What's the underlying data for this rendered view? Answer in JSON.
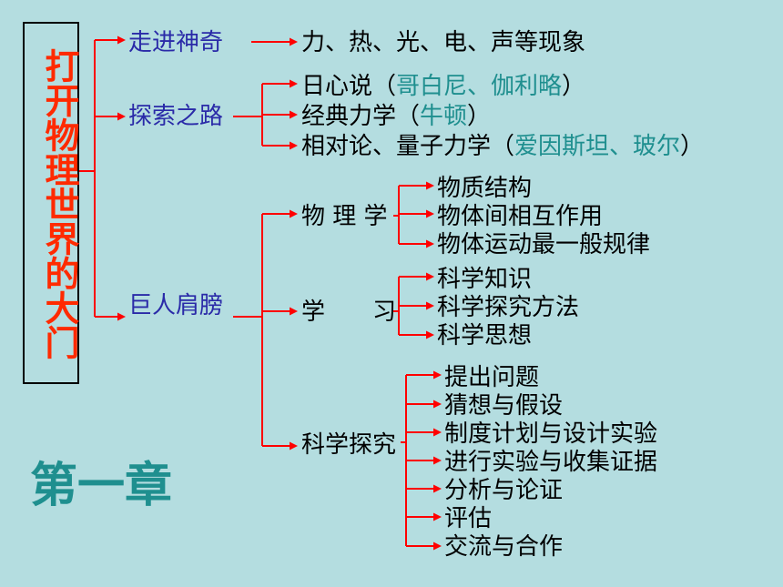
{
  "title": "打开物理世界的大门",
  "chapter": "第一章",
  "branches": [
    {
      "label": "走进神奇",
      "items": [
        {
          "text": "力、热、光、电、声等现象"
        }
      ]
    },
    {
      "label": "探索之路",
      "items": [
        {
          "text": "日心说（",
          "teal": "哥白尼、伽利略",
          "end": "）"
        },
        {
          "text": "经典力学（",
          "teal": "牛顿",
          "end": "）"
        },
        {
          "text": "相对论、量子力学（",
          "teal": "爱因斯坦、玻尔",
          "end": "）"
        }
      ]
    },
    {
      "label": "巨人肩膀",
      "groups": [
        {
          "label": "物 理 学",
          "items": [
            "物质结构",
            "物体间相互作用",
            "物体运动最一般规律"
          ]
        },
        {
          "label": "学　　习",
          "items": [
            "科学知识",
            "科学探究方法",
            "科学思想"
          ]
        },
        {
          "label": "科学探究",
          "items": [
            "提出问题",
            "猜想与假设",
            "制度计划与设计实验",
            "进行实验与收集证据",
            "分析与论证",
            "评估",
            "交流与合作"
          ]
        }
      ]
    }
  ],
  "colors": {
    "background": "#b4dde0",
    "title": "#ff2a00",
    "arrow": "#ff0000",
    "branch": "#2a2aa8",
    "teal": "#1f8f8f"
  }
}
